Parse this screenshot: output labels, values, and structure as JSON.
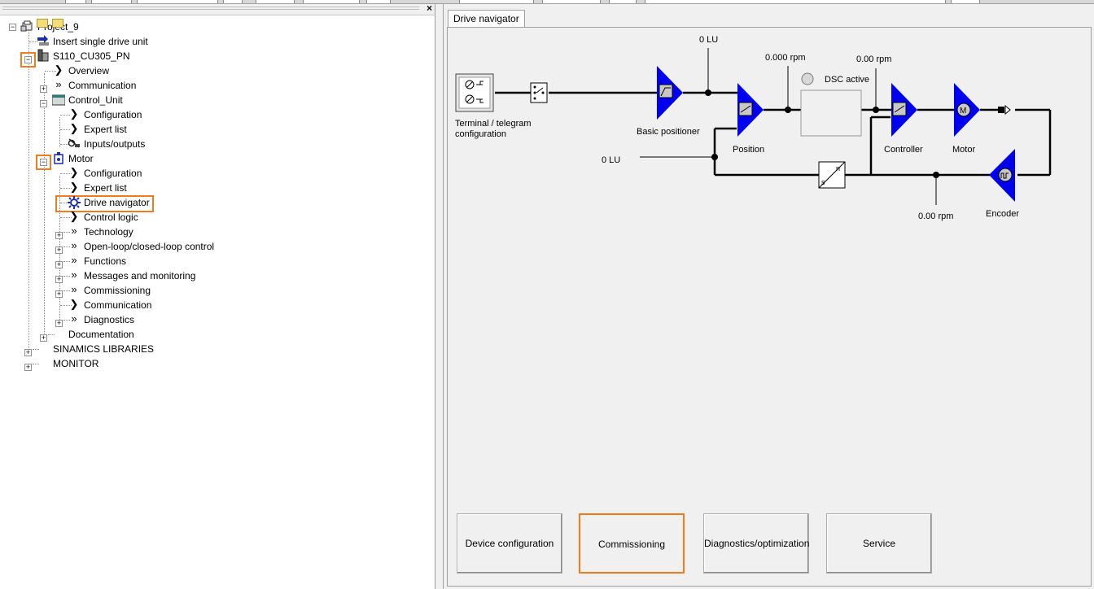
{
  "tree": {
    "items": [
      {
        "label": "Project_9"
      },
      {
        "label": "Insert single drive unit"
      },
      {
        "label": "S110_CU305_PN"
      },
      {
        "label": "Overview"
      },
      {
        "label": "Communication"
      },
      {
        "label": "Control_Unit"
      },
      {
        "label": "Configuration"
      },
      {
        "label": "Expert list"
      },
      {
        "label": "Inputs/outputs"
      },
      {
        "label": "Motor"
      },
      {
        "label": "Configuration"
      },
      {
        "label": "Expert list"
      },
      {
        "label": "Drive navigator"
      },
      {
        "label": "Control logic"
      },
      {
        "label": "Technology"
      },
      {
        "label": "Open-loop/closed-loop control"
      },
      {
        "label": "Functions"
      },
      {
        "label": "Messages and monitoring"
      },
      {
        "label": "Commissioning"
      },
      {
        "label": "Communication"
      },
      {
        "label": "Diagnostics"
      },
      {
        "label": "Documentation"
      },
      {
        "label": "SINAMICS LIBRARIES"
      },
      {
        "label": "MONITOR"
      }
    ],
    "close_glyph": "×"
  },
  "tab": {
    "label": "Drive navigator"
  },
  "diagram": {
    "terminal_label_line1": "Terminal / telegram",
    "terminal_label_line2": "configuration",
    "basic_positioner": "Basic positioner",
    "position": "Position",
    "controller": "Controller",
    "motor": "Motor",
    "encoder": "Encoder",
    "dsc_active": "DSC active",
    "value_0lu_top": "0 LU",
    "value_0lu_left": "0 LU",
    "value_rpm_1": "0.000 rpm",
    "value_rpm_2": "0.00 rpm",
    "value_rpm_3": "0.00 rpm",
    "sn_s": "s",
    "sn_n": "n"
  },
  "buttons": {
    "device_configuration": "Device configuration",
    "commissioning": "Commissioning",
    "diagnostics_optimization": "Diagnostics/optimization",
    "service": "Service"
  },
  "colors": {
    "highlight": "#f07c1d",
    "block_blue": "#0000ee"
  }
}
